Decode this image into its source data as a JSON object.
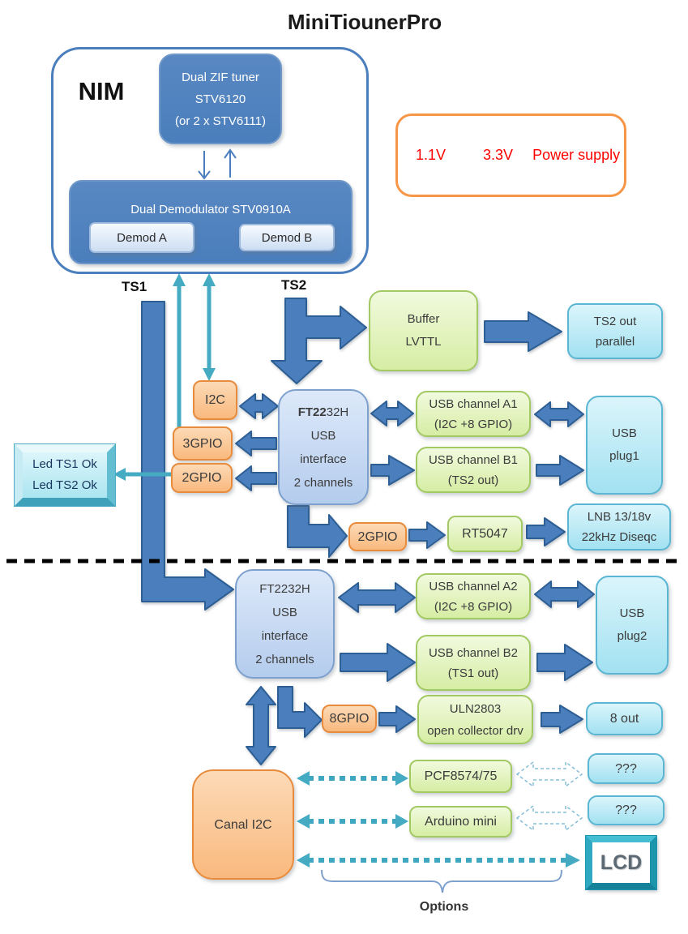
{
  "palette": {
    "dark_blue": "#4a7ebc",
    "arrow_blue": "#4a7ebc",
    "arrow_border": "#2d5e94",
    "teal": "#44abc3",
    "green_border": "#a3c964",
    "cyan_border": "#5ab6d2",
    "orange_border": "#e88b3c",
    "power_border": "#f79646",
    "power_text": "#fe0000",
    "dashed_separator": "#000000"
  },
  "title": "MiniTiounerPro",
  "nim": {
    "label": "NIM",
    "tuner": [
      "Dual ZIF tuner",
      "STV6120",
      "(or 2 x STV6111)"
    ],
    "demod_title": "Dual Demodulator  STV0910A",
    "demod_a": "Demod A",
    "demod_b": "Demod B"
  },
  "power": {
    "v1": "1.1V",
    "v2": "3.3V",
    "label": "Power supply"
  },
  "labels": {
    "ts1": "TS1",
    "ts2": "TS2",
    "options": "Options"
  },
  "boxes": {
    "buffer": [
      "Buffer",
      "LVTTL"
    ],
    "ts2_out": [
      "TS2 out",
      "parallel"
    ],
    "i2c": "I2C",
    "gpio3": "3GPIO",
    "gpio2": "2GPIO",
    "ft1": {
      "bold": "FT22",
      "rest": "32H",
      "lines": [
        "USB",
        "interface",
        "2 channels"
      ]
    },
    "led": [
      "Led TS1 Ok",
      "Led TS2 Ok"
    ],
    "usb_a1": [
      "USB channel A1",
      "(I2C +8 GPIO)"
    ],
    "usb_b1": [
      "USB channel B1",
      "(TS2 out)"
    ],
    "plug1": [
      "USB",
      "plug1"
    ],
    "gpio2_lnb": "2GPIO",
    "rt5047": "RT5047",
    "lnb": [
      "LNB 13/18v",
      "22kHz Diseqc"
    ],
    "ft2": [
      "FT2232H",
      "USB",
      "interface",
      "2 channels"
    ],
    "usb_a2": [
      "USB channel A2",
      "(I2C +8 GPIO)"
    ],
    "usb_b2": [
      "USB channel B2",
      "(TS1 out)"
    ],
    "plug2": [
      "USB",
      "plug2"
    ],
    "gpio8": "8GPIO",
    "uln": [
      "ULN2803",
      "open collector drv"
    ],
    "out8": "8 out",
    "canal_i2c": "Canal I2C",
    "pcf": "PCF8574/75",
    "arduino": "Arduino mini",
    "unknown_a": "???",
    "unknown_b": "???",
    "lcd": "LCD"
  }
}
